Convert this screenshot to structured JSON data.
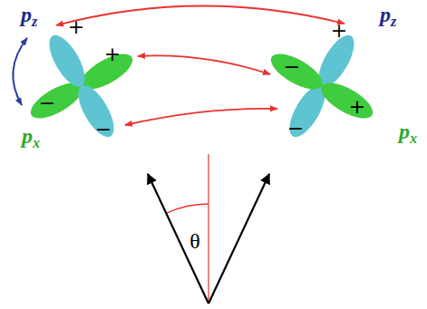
{
  "diagram": {
    "labels": [
      "pz",
      "+",
      "−",
      "+",
      "−",
      "px",
      "pz",
      "+",
      "−",
      "−",
      "+",
      "px",
      "θ"
    ]
  }
}
